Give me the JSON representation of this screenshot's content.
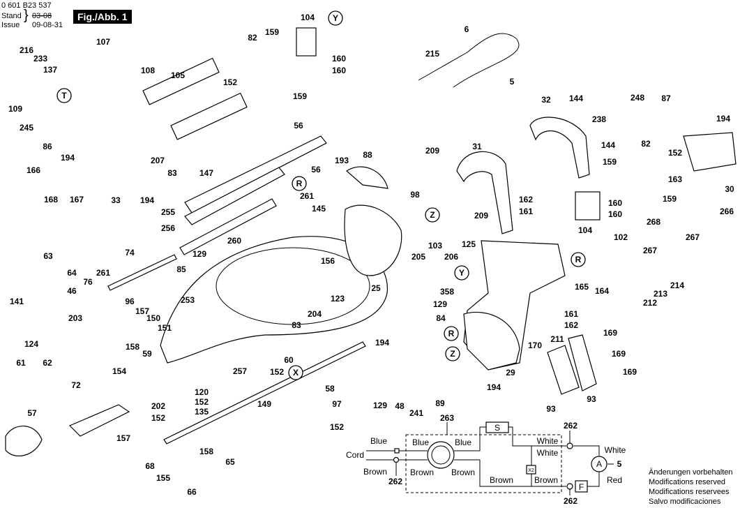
{
  "header": {
    "doc_number": "0 601 B23 537",
    "stand_label": "Stand",
    "issue_label": "Issue",
    "stand_value": "03-08",
    "issue_value": "09-08-31",
    "figure_label": "Fig./Abb. 1"
  },
  "part_labels": [
    "104",
    "Y",
    "6",
    "82",
    "159",
    "107",
    "216",
    "233",
    "137",
    "160",
    "160",
    "215",
    "108",
    "105",
    "152",
    "5",
    "159",
    "T",
    "109",
    "245",
    "86",
    "32",
    "144",
    "248",
    "87",
    "194",
    "56",
    "238",
    "144",
    "82",
    "152",
    "31",
    "88",
    "209",
    "193",
    "194",
    "207",
    "147",
    "56",
    "159",
    "163",
    "30",
    "166",
    "83",
    "R",
    "261",
    "145",
    "98",
    "162",
    "161",
    "168",
    "167",
    "33",
    "194",
    "255",
    "160",
    "160",
    "159",
    "266",
    "Z",
    "209",
    "104",
    "268",
    "267",
    "256",
    "260",
    "102",
    "63",
    "74",
    "129",
    "125",
    "205",
    "103",
    "206",
    "85",
    "156",
    "R",
    "267",
    "64",
    "261",
    "76",
    "46",
    "Y",
    "214",
    "25",
    "123",
    "358",
    "165",
    "164",
    "212",
    "213",
    "141",
    "96",
    "157",
    "150",
    "151",
    "253",
    "129",
    "203",
    "84",
    "83",
    "204",
    "161",
    "162",
    "169",
    "R",
    "158",
    "124",
    "194",
    "170",
    "211",
    "59",
    "Z",
    "169",
    "61",
    "62",
    "60",
    "257",
    "152",
    "X",
    "29",
    "169",
    "154",
    "72",
    "58",
    "194",
    "120",
    "152",
    "135",
    "149",
    "97",
    "129",
    "48",
    "89",
    "93",
    "93",
    "57",
    "202",
    "152",
    "241",
    "152",
    "157",
    "158",
    "65",
    "68",
    "155",
    "66"
  ],
  "wiring": {
    "part_263": "263",
    "switch": "S",
    "part_262_top": "262",
    "part_262_left": "262",
    "part_262_bottom": "262",
    "cord": "Cord",
    "blue_cord": "Blue",
    "blue_motor_left": "Blue",
    "blue_motor_right": "Blue",
    "white_1": "White",
    "white_2": "White",
    "white_3": "White",
    "brown_cord": "Brown",
    "brown_motor_left": "Brown",
    "brown_motor_right": "Brown",
    "brown_bottom": "Brown",
    "brown_right": "Brown",
    "red": "Red",
    "capacitor": "X2",
    "ammeter": "A",
    "ammeter_part": "5",
    "fuse": "F"
  },
  "notes": [
    "Änderungen vorbehalten",
    "Modifications reserved",
    "Modifications reservees",
    "Salvo modificaciones"
  ]
}
